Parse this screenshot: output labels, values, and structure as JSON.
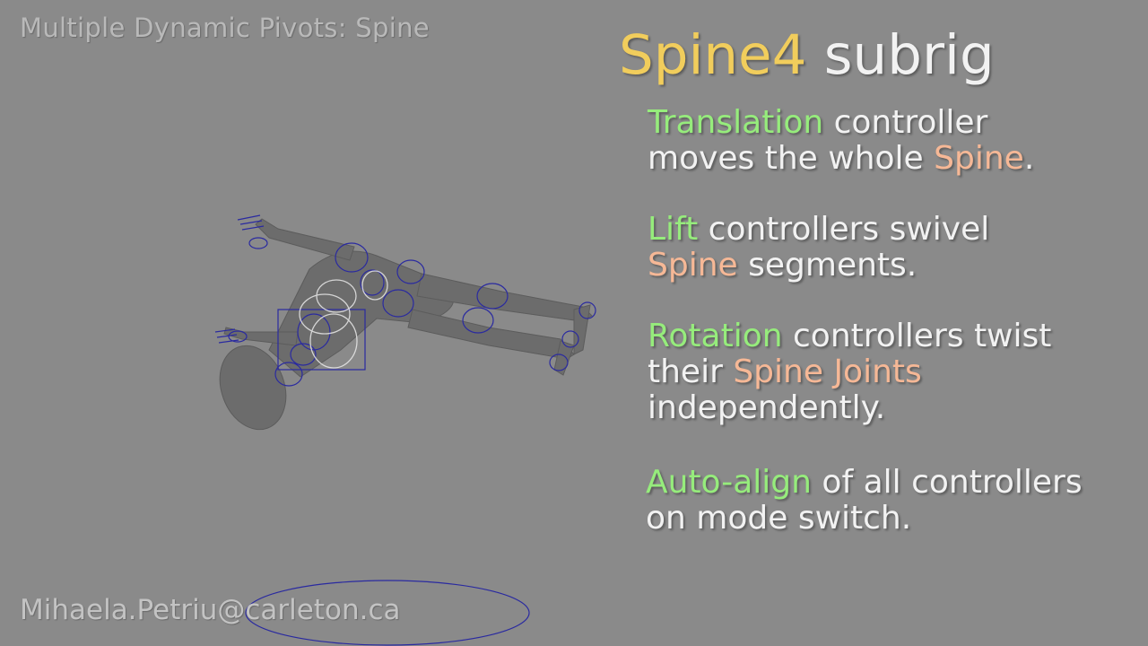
{
  "scene_label": "Multiple Dynamic Pivots: Spine",
  "footer_email": "Mihaela.Petriu@carleton.ca",
  "title": {
    "accent": "Spine4",
    "rest": " subrig"
  },
  "paragraphs": [
    {
      "line1_hl": "Translation",
      "line1_rest": " controller",
      "line2_pre": "moves the whole ",
      "line2_sp": "Spine",
      "line2_post": "."
    },
    {
      "line1_hl": "Lift",
      "line1_rest": " controllers swivel",
      "line2_sp": "Spine",
      "line2_post": " segments."
    },
    {
      "line1_hl": "Rotation",
      "line1_rest": " controllers twist",
      "line2_pre": "their ",
      "line2_sp": "Spine Joints",
      "line3": "independently."
    },
    {
      "line1_hl": "Auto-align",
      "line1_rest": " of all controllers",
      "line2": "on mode switch."
    }
  ],
  "colors": {
    "background": "#8a8a8a",
    "title_accent": "#f1cd5c",
    "highlight_green": "#96ec7c",
    "highlight_orange": "#f6b896",
    "controller_blue": "#2a2aa0"
  }
}
